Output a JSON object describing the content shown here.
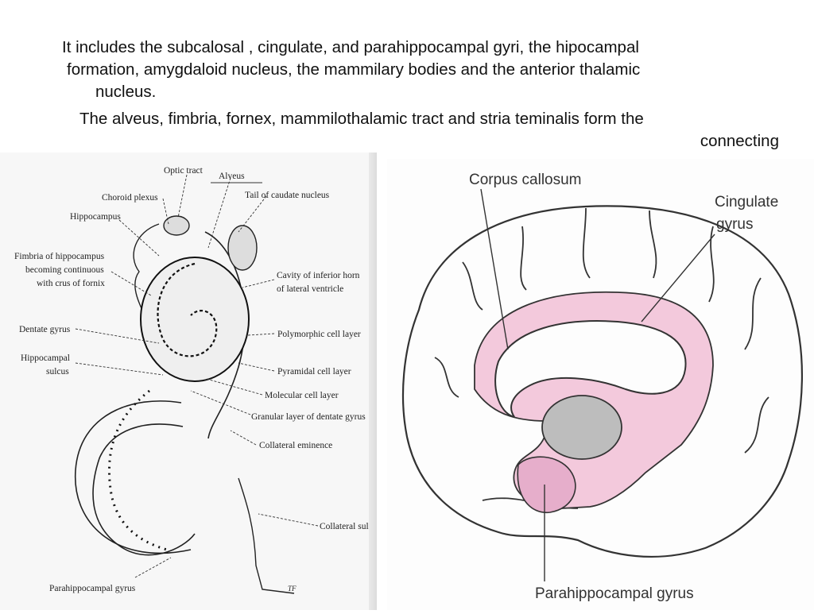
{
  "text": {
    "p1_line1": "It includes the subcalosal , cingulate, and parahippocampal gyri, the hipocampal",
    "p1_line2": "formation, amygdaloid nucleus, the mammilary bodies and the anterior thalamic",
    "p1_line3": "nucleus.",
    "p2_line1": "The alveus, fimbria, fornex, mammilothalamic tract and stria teminalis form the",
    "p2_line2": "connecting"
  },
  "hippocampus_diagram": {
    "labels": {
      "optic_tract": "Optic tract",
      "alveus": "Alveus",
      "choroid_plexus": "Choroid plexus",
      "tail_caudate": "Tail of caudate nucleus",
      "hippocampus": "Hippocampus",
      "fimbria_1": "Fimbria of hippocampus",
      "fimbria_2": "becoming continuous",
      "fimbria_3": "with crus of fornix",
      "cavity_1": "Cavity of inferior horn",
      "cavity_2": "of lateral ventricle",
      "dentate": "Dentate gyrus",
      "hippocampal_sulcus_1": "Hippocampal",
      "hippocampal_sulcus_2": "sulcus",
      "polymorphic": "Polymorphic cell layer",
      "pyramidal": "Pyramidal cell layer",
      "molecular": "Molecular cell layer",
      "granular": "Granular layer of dentate gyrus",
      "collateral_eminence": "Collateral eminence",
      "collateral_sulcus": "Collateral sulcus",
      "parahippocampal": "Parahippocampal gyrus",
      "signature": "TF"
    }
  },
  "brain_diagram": {
    "labels": {
      "corpus_callosum": "Corpus callosum",
      "cingulate_1": "Cingulate",
      "cingulate_2": "gyrus",
      "parahippocampal": "Parahippocampal gyrus"
    },
    "colors": {
      "limbic_fill": "#f3c9dc",
      "outline": "#333333",
      "thalamus_fill": "#bdbdbd"
    }
  }
}
